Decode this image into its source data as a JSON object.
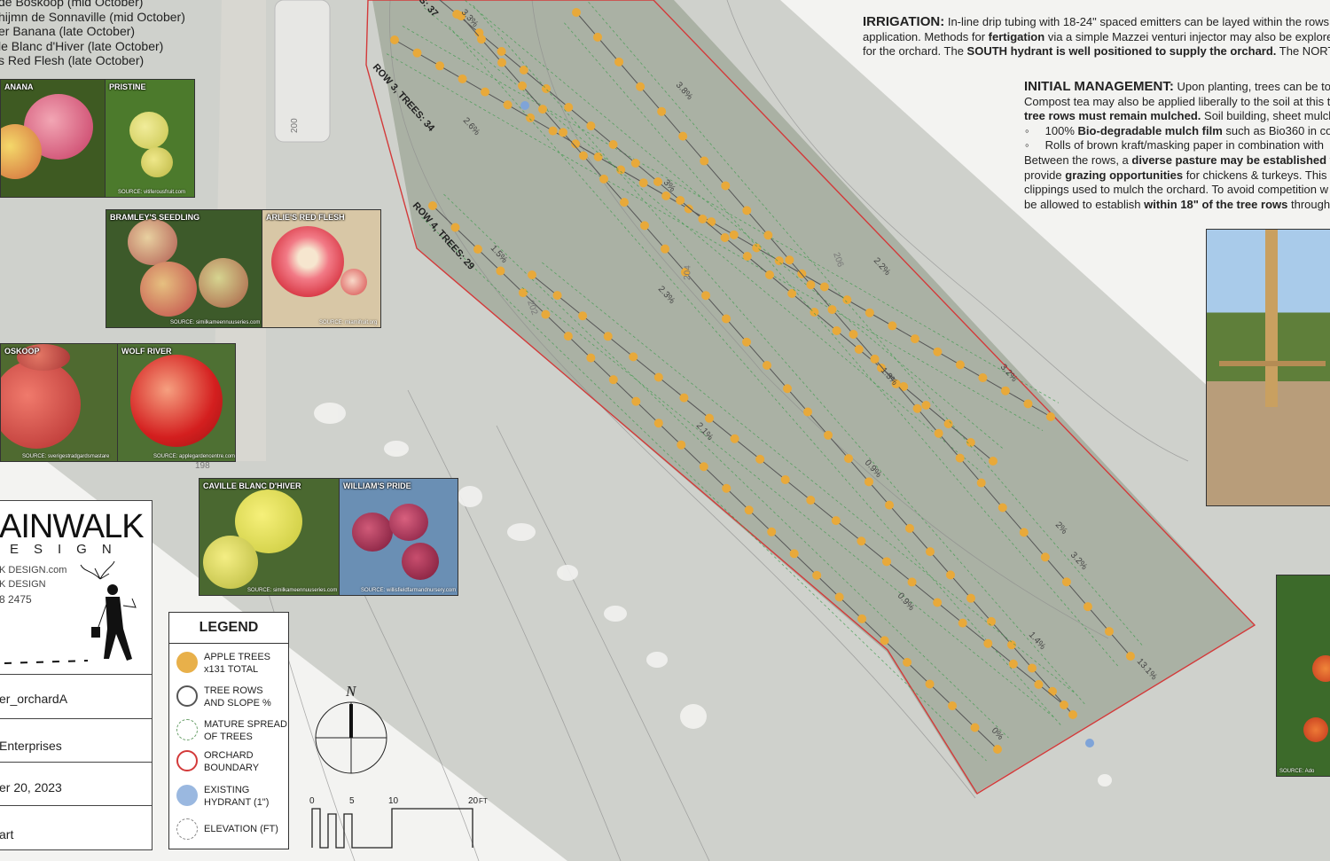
{
  "varieties": [
    "de Boskoop (mid October)",
    "hijmn de Sonnaville (mid October)",
    "er Banana (late October)",
    "le Blanc d'Hiver (late October)",
    "s Red Flesh (late October)"
  ],
  "photos": {
    "banana": {
      "label": "ANANA",
      "source": ""
    },
    "pristine": {
      "label": "PRISTINE",
      "source": "SOURCE: vitiferousfruit.com"
    },
    "bramley": {
      "label": "BRAMLEY'S SEEDLING",
      "source": "SOURCE: similkameennuuseries.com"
    },
    "arlie": {
      "label": "ARLIE'S RED FLESH",
      "source": "SOURCE: miamifruit.org"
    },
    "boskoop": {
      "label": "OSKOOP",
      "source": "SOURCE: sverigestradgardsmastare"
    },
    "wolf": {
      "label": "WOLF RIVER",
      "source": "SOURCE: applegardencentre.com"
    },
    "caville": {
      "label": "CAVILLE BLANC D'HIVER",
      "source": "SOURCE: similkameennuuseries.com"
    },
    "williams": {
      "label": "WILLIAM'S PRIDE",
      "source": "SOURCE: willisfieldfarmandnursery.com"
    },
    "bottom_right": {
      "label": "",
      "source": "SOURCE: Ado"
    }
  },
  "rows": {
    "row3": "ROW 3, TREES: 34",
    "row4": "ROW 4, TREES: 29",
    "row2_partial": "S: 37"
  },
  "slopes": [
    "3.3%",
    "3.8%",
    "2.6%",
    "3%",
    "2.2%",
    "1.5%",
    "2.3%",
    "1.3%",
    "3.2%",
    "2.1%",
    "0.9%",
    "2%",
    "3.2%",
    "0.9%",
    "1.4%",
    "13.1%",
    "0%"
  ],
  "elevations": [
    "200",
    "202",
    "204",
    "206",
    "198"
  ],
  "title_block": {
    "brand": "AINWALK",
    "brand_sub": "ESIGN",
    "web1": "K DESIGN.com",
    "web2": "K DESIGN",
    "phone": "8 2475",
    "project": "er_orchardA",
    "client": "Enterprises",
    "date": "er 20, 2023",
    "sheet": "art"
  },
  "legend": {
    "title": "LEGEND",
    "apple_1": "APPLE TREES",
    "apple_2": "x131 TOTAL",
    "rows_1": "TREE ROWS",
    "rows_2": "AND SLOPE %",
    "spread_1": "MATURE SPREAD",
    "spread_2": "OF TREES",
    "boundary_1": "ORCHARD",
    "boundary_2": "BOUNDARY",
    "hydrant_1": "EXISTING",
    "hydrant_2": "HYDRANT (1\")",
    "elevation": "ELEVATION (FT)"
  },
  "north": "N",
  "scale": {
    "t0": "0",
    "t5": "5",
    "t10": "10",
    "t20": "20",
    "unit": "FT"
  },
  "irrigation": {
    "heading": "IRRIGATION:",
    "l1": " In-line drip tubing with 18-24\" spaced emitters can be layed within the rows",
    "l2a": "application. Methods for ",
    "l2b": "fertigation",
    "l2c": " via a simple Mazzei venturi injector may also be explore",
    "l3a": "for the orchard. The ",
    "l3b": "SOUTH hydrant is well positioned to supply the orchard.",
    "l3c": " The NORTH h"
  },
  "management": {
    "heading": "INITIAL MANAGEMENT:",
    "l1": " Upon planting, trees can be to",
    "l2": "Compost tea may also be applied liberally to the soil at this t",
    "l3a": "tree rows must remain mulched.",
    "l3b": " Soil building, sheet mulch",
    "b1a": "100% ",
    "b1b": "Bio-degradable mulch film",
    "b1c": " such as Bio360 in con",
    "b2": "Rolls of brown kraft/masking paper in combination with",
    "l4a": "Between the rows, a ",
    "l4b": "diverse pasture may be established",
    "l4c": " to",
    "l5a": "provide ",
    "l5b": "grazing opportunities",
    "l5c": " for chickens & turkeys. This st",
    "l6": "clippings used to mulch the orchard. To avoid competition w",
    "l7a": "be allowed to establish ",
    "l7b": "within 18\" of the tree rows",
    "l7c": " througho"
  },
  "colors": {
    "tree": "#e8a93a",
    "boundary": "#d33a3a",
    "hydrant": "#7fa4d8",
    "spread": "#3a9a4a"
  }
}
